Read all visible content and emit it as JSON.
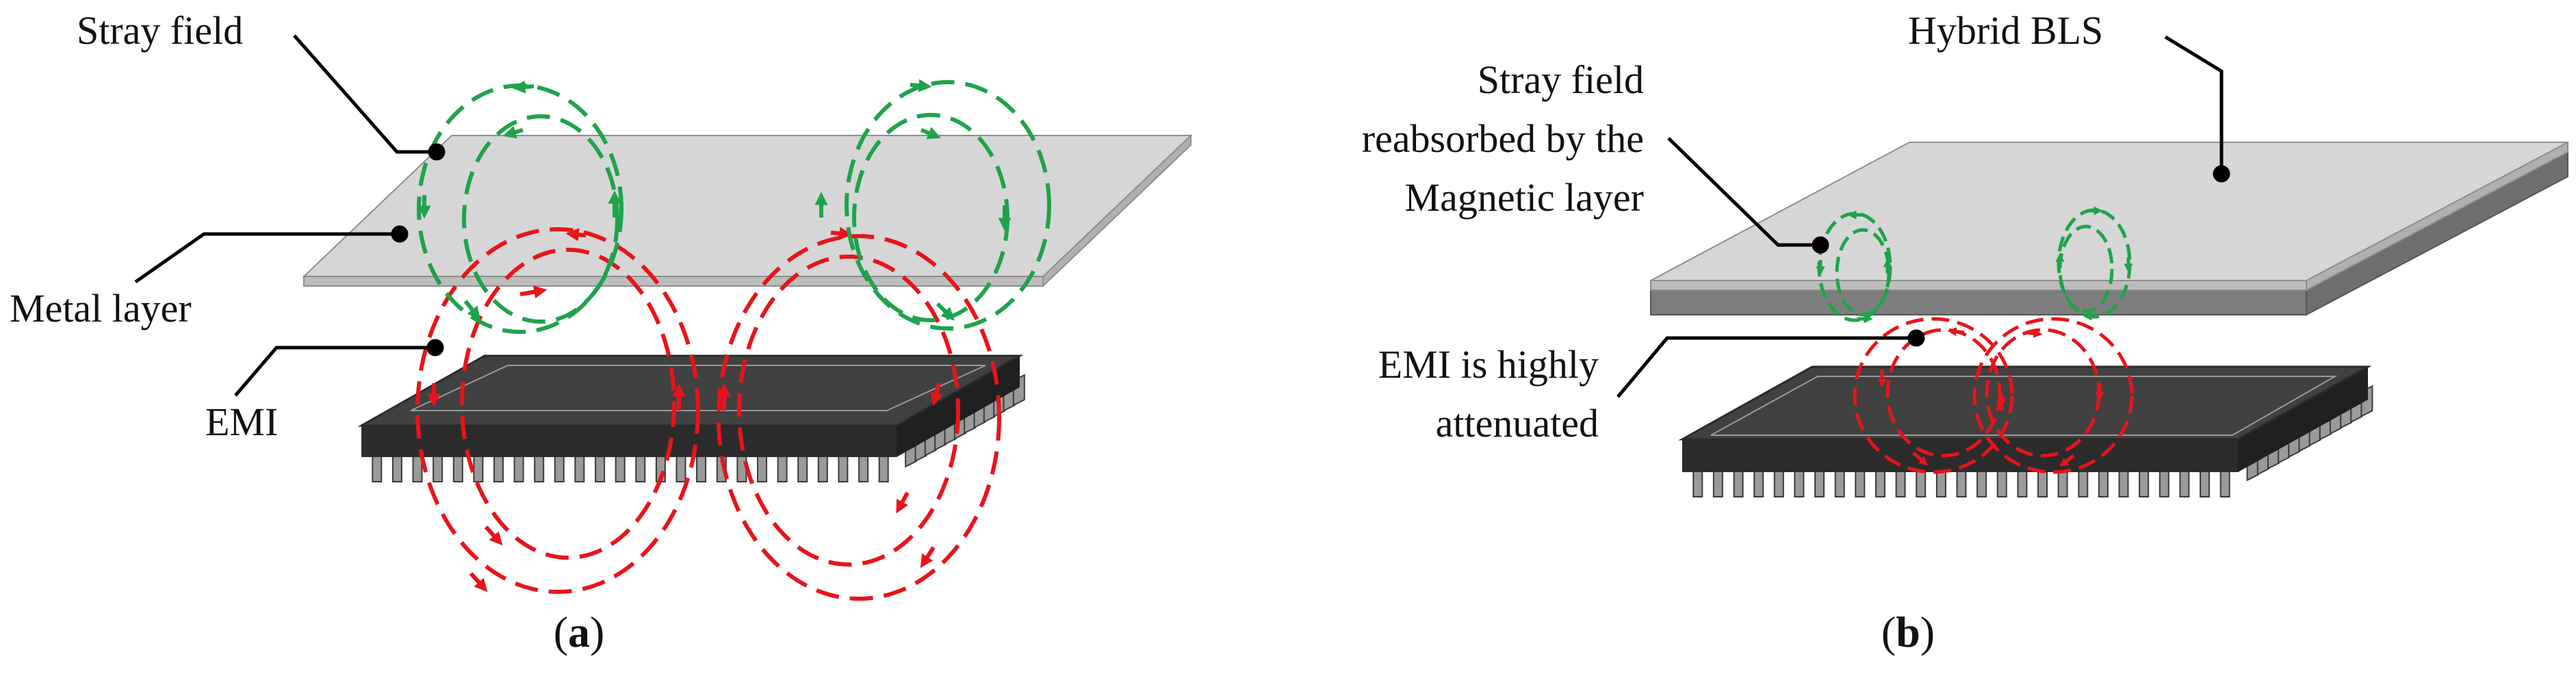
{
  "panel_a": {
    "labels": {
      "stray_field": "Stray field",
      "metal_layer": "Metal layer",
      "emi": "EMI"
    },
    "caption": {
      "open": "(",
      "letter": "a",
      "close": ")"
    }
  },
  "panel_b": {
    "labels": {
      "hybrid_bls": "Hybrid BLS",
      "stray_reabsorbed_line1": "Stray field",
      "stray_reabsorbed_line2": "reabsorbed by the",
      "stray_reabsorbed_line3": "Magnetic layer",
      "emi_attenuated_line1": "EMI is highly",
      "emi_attenuated_line2": "attenuated"
    },
    "caption": {
      "open": "(",
      "letter": "b",
      "close": ")"
    }
  },
  "colors": {
    "stray_field": "#1fa34a",
    "emi": "#e8141b",
    "metal_top": "#d6d6d6",
    "metal_edge": "#bdbdbd",
    "magnetic_layer": "#7d7d7d",
    "chip_body": "#404040",
    "chip_side": "#2c2c2c",
    "pins": "#9a9a9a",
    "leader_line": "#000000"
  }
}
